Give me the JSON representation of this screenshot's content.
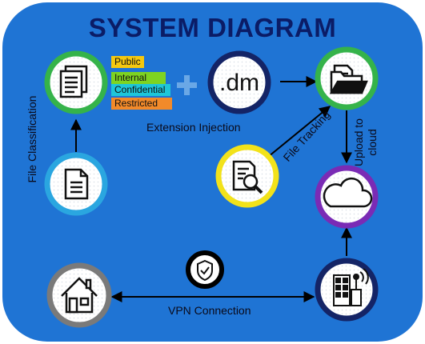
{
  "diagram": {
    "title": "SYSTEM DIAGRAM",
    "labels": {
      "file_classification": "File Classification",
      "extension_injection": "Extension Injection",
      "file_tracking": "File Tracking",
      "upload_to_cloud_line1": "Upload to",
      "upload_to_cloud_line2": "cloud",
      "vpn_connection": "VPN Connection"
    },
    "extension": ".dm",
    "classification_tags": [
      {
        "text": "Public",
        "color": "#f5c80f"
      },
      {
        "text": "Internal",
        "color": "#7ed321"
      },
      {
        "text": "Confidential",
        "color": "#1ec6d9"
      },
      {
        "text": "Restricted",
        "color": "#f28a2a"
      }
    ],
    "nodes": [
      {
        "name": "documents",
        "icon": "documents-icon",
        "ring": "#35b34a"
      },
      {
        "name": "single-document",
        "icon": "document-icon",
        "ring": "#2aa6e0"
      },
      {
        "name": "extension-dm",
        "icon": "extension-text",
        "ring": "#142466"
      },
      {
        "name": "folder",
        "icon": "folder-icon",
        "ring": "#35b34a"
      },
      {
        "name": "search-document",
        "icon": "document-search-icon",
        "ring": "#f2e21a"
      },
      {
        "name": "cloud",
        "icon": "cloud-icon",
        "ring": "#7a2bb5"
      },
      {
        "name": "home",
        "icon": "home-icon",
        "ring": "#7a7a7a"
      },
      {
        "name": "building",
        "icon": "building-antenna-icon",
        "ring": "#142466"
      },
      {
        "name": "shield",
        "icon": "shield-check-icon",
        "ring": "#000000"
      }
    ],
    "colors": {
      "background": "#1f74d4",
      "title": "#0b1c66",
      "plus": "#6aa8e6",
      "arrow": "#000000"
    }
  }
}
